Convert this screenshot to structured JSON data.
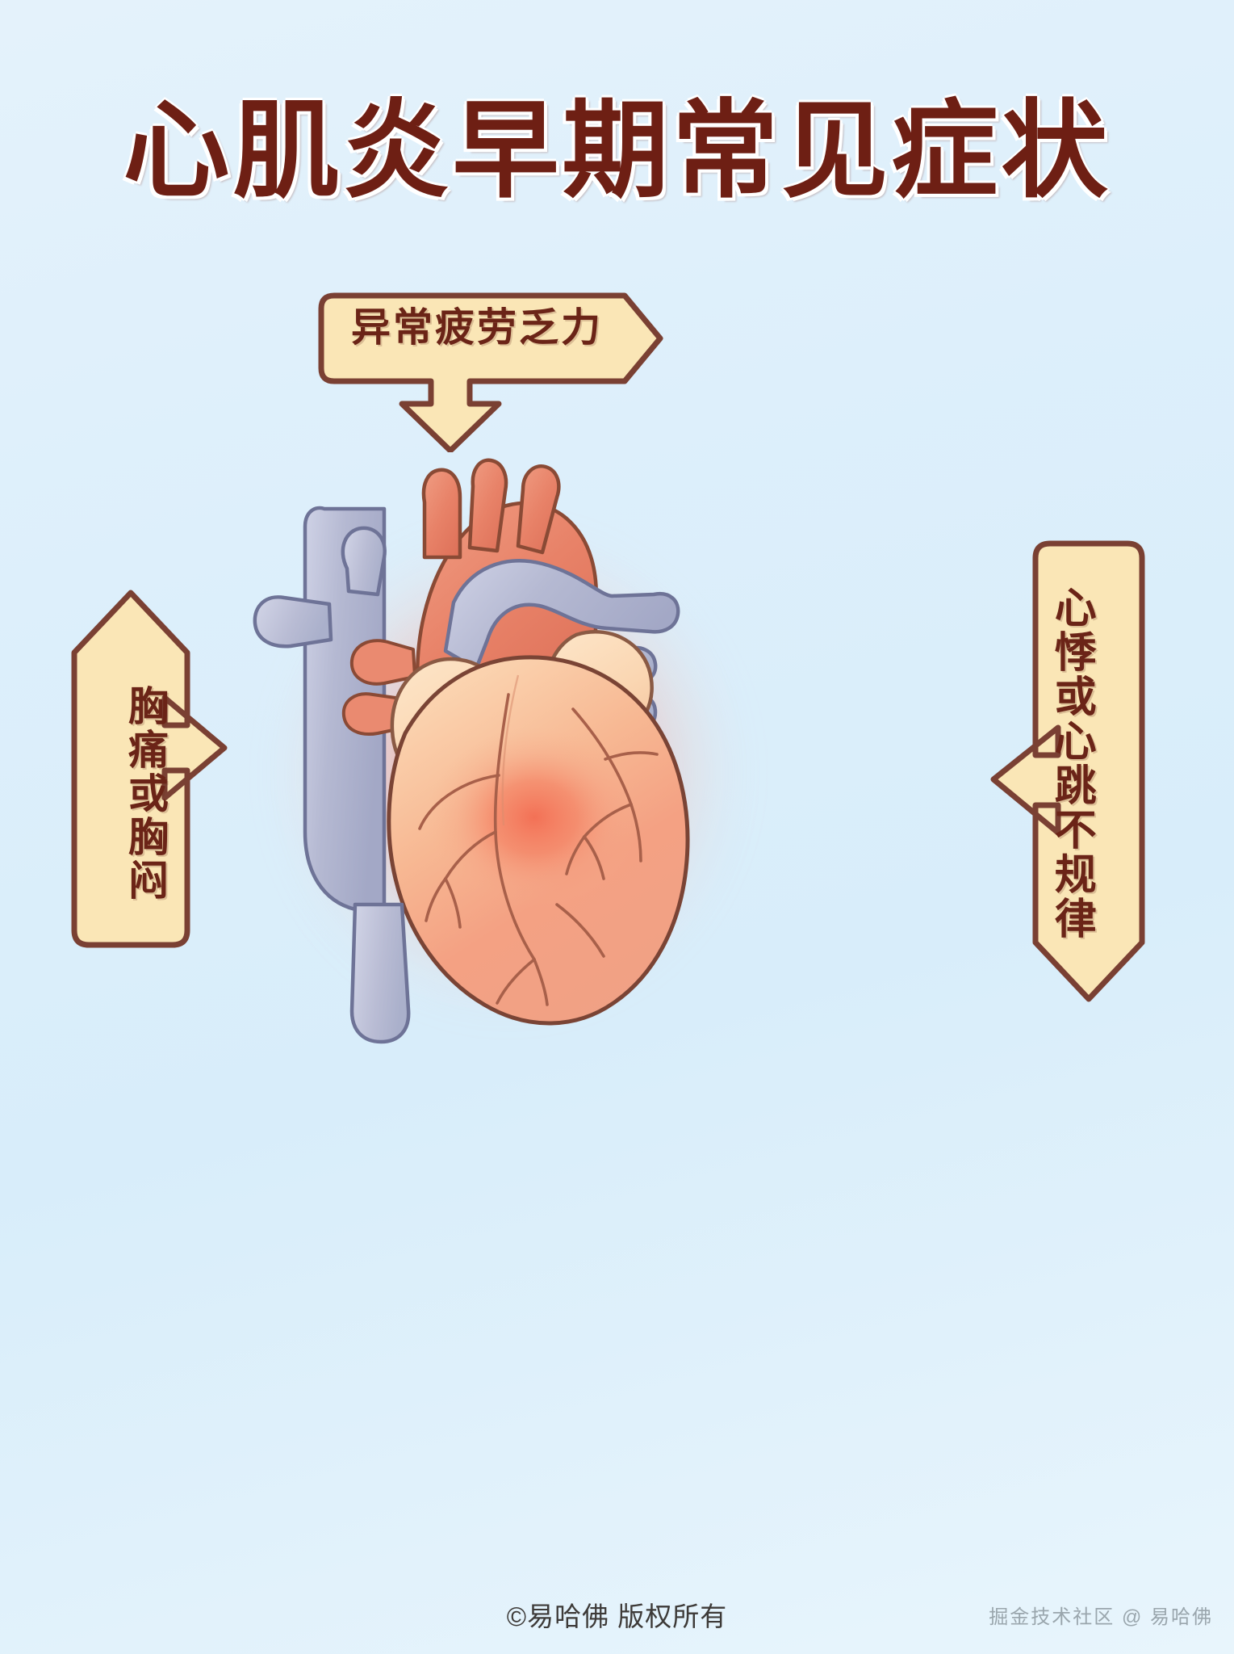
{
  "page": {
    "title": "心肌炎早期常见症状",
    "background_color": "#ddeffb",
    "title_color": "#6e1f14"
  },
  "illustration": {
    "name": "human-heart-anatomical-illustration",
    "glow_color": "#ff5a46",
    "muscle_color": "#f6b08c",
    "vessel_blue": "#b9bcd4",
    "vessel_red": "#e4816a",
    "outline_color": "#7a4435"
  },
  "callouts": [
    {
      "id": "fatigue",
      "label": "异常疲劳乏力",
      "direction": "down",
      "position": "top",
      "fill": "#fae6b6",
      "border": "#7a4033"
    },
    {
      "id": "chest-pain",
      "label": "胸痛或胸闷",
      "direction": "right",
      "position": "left",
      "fill": "#fae6b6",
      "border": "#7a4033"
    },
    {
      "id": "palpitations",
      "label": "心悸或心跳不规律",
      "direction": "left",
      "position": "right",
      "fill": "#fae6b6",
      "border": "#7a4033"
    }
  ],
  "footer": {
    "copyright": "©易哈佛 版权所有",
    "watermark": "掘金技术社区 @ 易哈佛"
  }
}
